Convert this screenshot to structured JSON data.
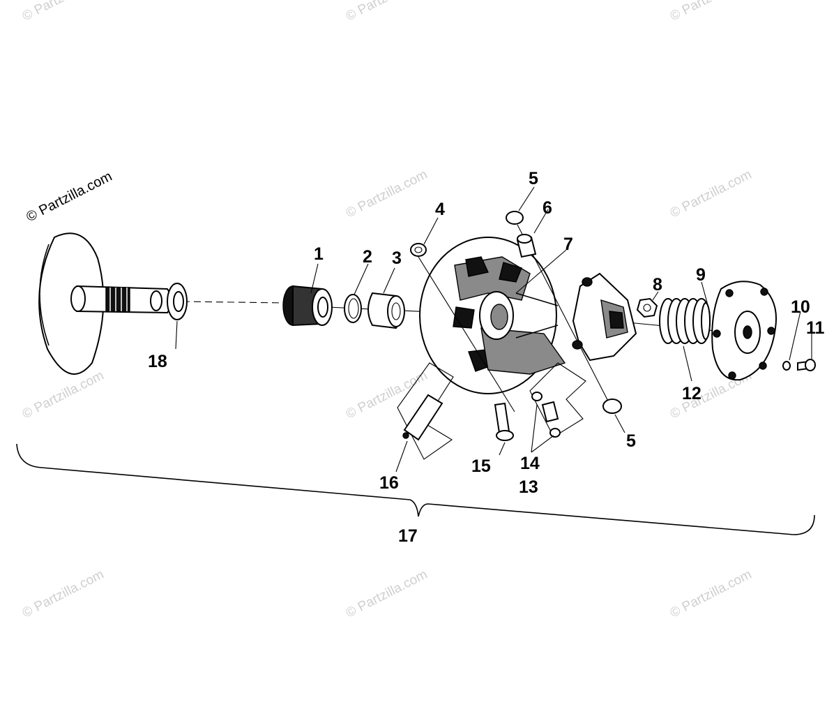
{
  "watermark": "© Partzilla.com",
  "colors": {
    "ink": "#000000",
    "watermark": "#cfcfcf",
    "background": "#ffffff"
  },
  "callouts": [
    "1",
    "2",
    "3",
    "4",
    "5",
    "6",
    "7",
    "8",
    "9",
    "10",
    "11",
    "12",
    "5",
    "14",
    "15",
    "16",
    "17",
    "18",
    "13"
  ]
}
